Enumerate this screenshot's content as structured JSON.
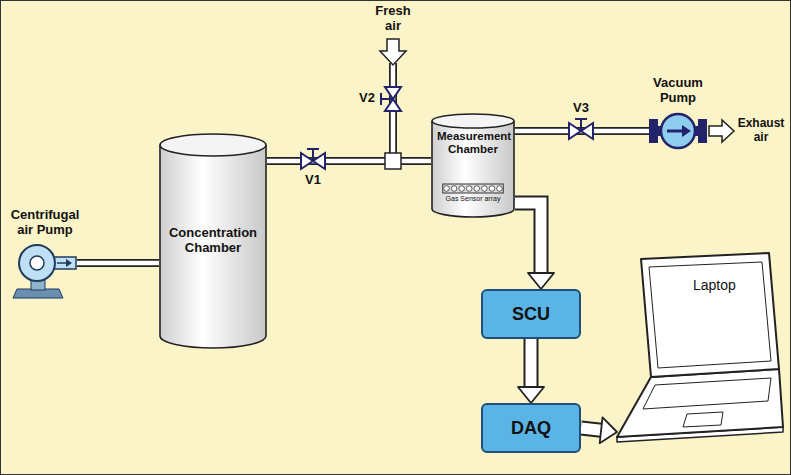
{
  "diagram": {
    "nodes": [
      {
        "text": [
          "Centrifugal air Pump"
        ]
      },
      {
        "text": [
          "Concentration Chamber"
        ]
      },
      {
        "text": [
          "Measurement Chamber",
          "Gas Sensor array"
        ]
      },
      {
        "text": [
          "Vacuum Pump"
        ]
      },
      {
        "text": [
          "SCU"
        ]
      },
      {
        "text": [
          "DAQ"
        ]
      },
      {
        "text": [
          "Laptop"
        ]
      }
    ],
    "edges": [
      {
        "from": 0,
        "to": 1,
        "arrow": "none"
      },
      {
        "from": 1,
        "to": 2,
        "arrow": "none"
      },
      {
        "from": 2,
        "to": 3,
        "arrow": "none"
      },
      {
        "from": 2,
        "to": 4,
        "arrow": "to"
      },
      {
        "from": 4,
        "to": 5,
        "arrow": "to"
      },
      {
        "from": 5,
        "to": 6,
        "arrow": "to"
      }
    ],
    "labels": [
      "Fresh air",
      "V1",
      "V2",
      "V3",
      "Exhaust air"
    ]
  }
}
